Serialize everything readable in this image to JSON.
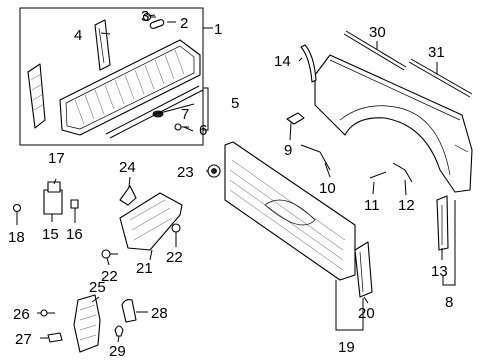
{
  "callouts": [
    {
      "id": "c1",
      "text": "1"
    },
    {
      "id": "c2",
      "text": "2"
    },
    {
      "id": "c3",
      "text": "3"
    },
    {
      "id": "c4",
      "text": "4"
    },
    {
      "id": "c5",
      "text": "5"
    },
    {
      "id": "c6",
      "text": "6"
    },
    {
      "id": "c7",
      "text": "7"
    },
    {
      "id": "c8",
      "text": "8"
    },
    {
      "id": "c9",
      "text": "9"
    },
    {
      "id": "c10",
      "text": "10"
    },
    {
      "id": "c11",
      "text": "11"
    },
    {
      "id": "c12",
      "text": "12"
    },
    {
      "id": "c13",
      "text": "13"
    },
    {
      "id": "c14",
      "text": "14"
    },
    {
      "id": "c15",
      "text": "15"
    },
    {
      "id": "c16",
      "text": "16"
    },
    {
      "id": "c17",
      "text": "17"
    },
    {
      "id": "c18",
      "text": "18"
    },
    {
      "id": "c19",
      "text": "19"
    },
    {
      "id": "c20",
      "text": "20"
    },
    {
      "id": "c21",
      "text": "21"
    },
    {
      "id": "c22a",
      "text": "22"
    },
    {
      "id": "c22b",
      "text": "22"
    },
    {
      "id": "c23",
      "text": "23"
    },
    {
      "id": "c24",
      "text": "24"
    },
    {
      "id": "c25",
      "text": "25"
    },
    {
      "id": "c26",
      "text": "26"
    },
    {
      "id": "c27",
      "text": "27"
    },
    {
      "id": "c28",
      "text": "28"
    },
    {
      "id": "c29",
      "text": "29"
    },
    {
      "id": "c30",
      "text": "30"
    },
    {
      "id": "c31",
      "text": "31"
    }
  ]
}
